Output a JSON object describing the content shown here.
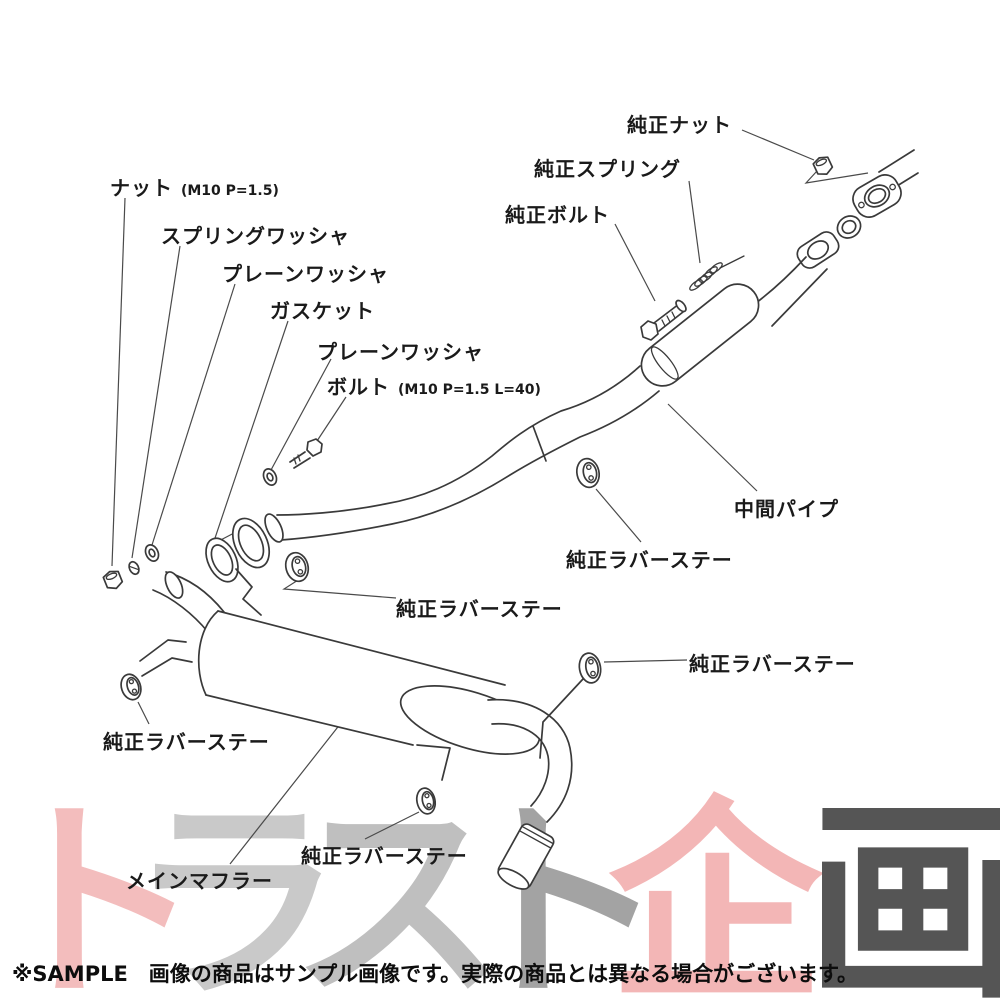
{
  "diagram_title": "exhaust-system-parts-diagram",
  "labels": {
    "nut": "ナット",
    "nut_spec": "(M10 P=1.5)",
    "spring_washer": "スプリングワッシャ",
    "plain_washer_upper": "プレーンワッシャ",
    "gasket": "ガスケット",
    "plain_washer_lower": "プレーンワッシャ",
    "bolt": "ボルト",
    "bolt_spec": "(M10 P=1.5 L=40)",
    "oem_nut": "純正ナット",
    "oem_spring": "純正スプリング",
    "oem_bolt": "純正ボルト",
    "center_pipe": "中間パイプ",
    "rubber_stay_mid": "純正ラバーステー",
    "rubber_stay_front": "純正ラバーステー",
    "rubber_stay_rear": "純正ラバーステー",
    "rubber_stay_left": "純正ラバーステー",
    "rubber_stay_tail": "純正ラバーステー",
    "main_muffler": "メインマフラー"
  },
  "watermark": {
    "text": "トラスト企画",
    "chars": [
      {
        "ch": "ト",
        "color": "#f3bdbd"
      },
      {
        "ch": "ラ",
        "color": "#c9c9c9"
      },
      {
        "ch": "ス",
        "color": "#bfbfbf"
      },
      {
        "ch": "ト",
        "color": "#a3a3a3"
      },
      {
        "ch": "企",
        "color": "#f3b6b6"
      },
      {
        "ch": "画",
        "color": "#555555"
      }
    ]
  },
  "footer": {
    "note": "※SAMPLE　画像の商品はサンプル画像です。実際の商品とは異なる場合がございます。"
  },
  "colors": {
    "line": "#3a3a3a",
    "label_text": "#1a1a1a"
  }
}
